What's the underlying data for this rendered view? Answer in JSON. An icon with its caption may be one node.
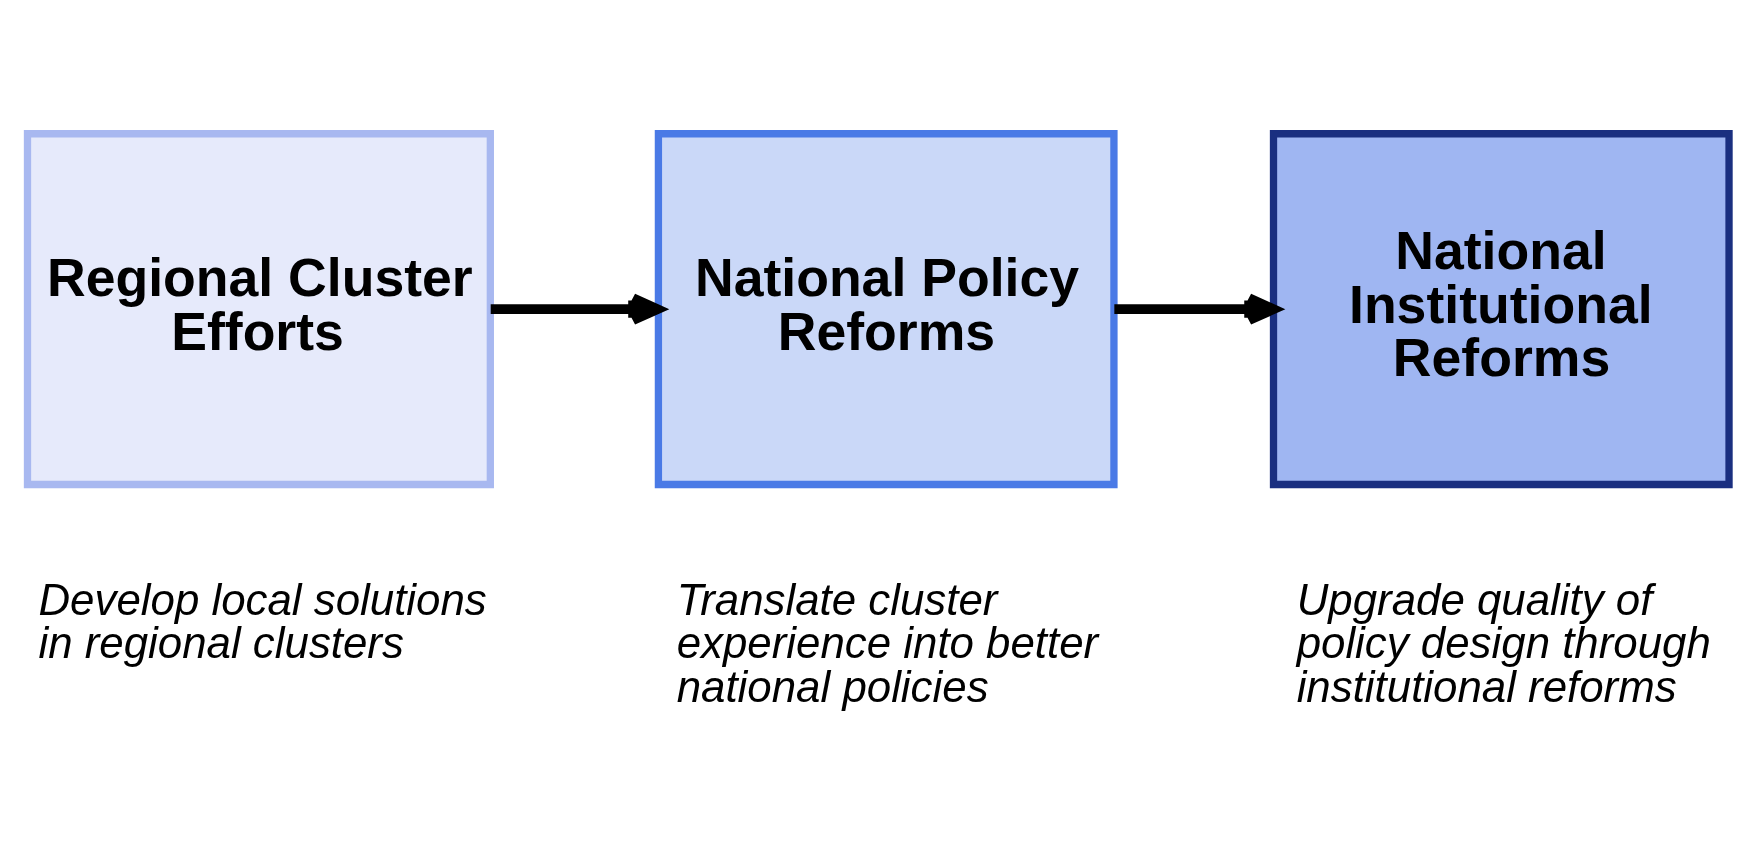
{
  "diagram": {
    "nodes": [
      {
        "text": [
          "Regional Cluster Efforts"
        ],
        "beside": [
          "Develop local solutions in regional clusters"
        ]
      },
      {
        "text": [
          "National Policy Reforms"
        ],
        "beside": [
          "Translate cluster experience into better national policies"
        ]
      },
      {
        "text": [
          "National Institutional Reforms"
        ],
        "beside": [
          "Upgrade quality of policy design through institutional reforms"
        ]
      }
    ],
    "edges": [
      {
        "from": 0,
        "to": 1,
        "arrow": "to"
      },
      {
        "from": 1,
        "to": 2,
        "arrow": "to"
      }
    ]
  }
}
